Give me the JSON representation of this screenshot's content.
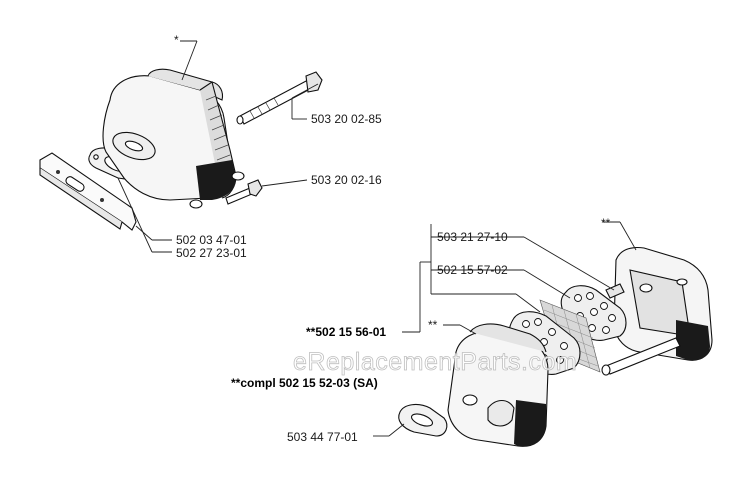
{
  "watermark": "eReplacementParts.com",
  "callouts": {
    "star_single": "*",
    "star_double_rear": "**",
    "star_double_front": "**"
  },
  "parts": {
    "bolt_long": "503 20 02-85",
    "screw_short": "503 20 02-16",
    "plate_a": "502 03 47-01",
    "gasket_a": "502 27 23-01",
    "screw_rear": "503 21 27-10",
    "screen": "502 15 57-02",
    "kit": "**502 15 56-01",
    "muffler_complete": "**compl 502 15 52-03 (SA)",
    "gasket_b": "503 44 77-01"
  }
}
